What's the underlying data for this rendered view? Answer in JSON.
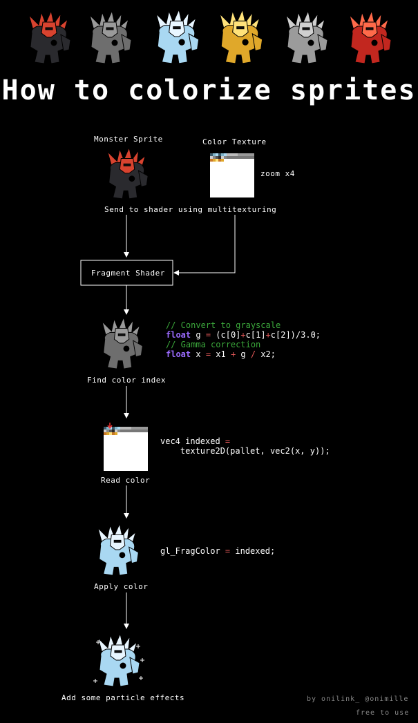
{
  "title": "How to colorize sprites",
  "header_sprites": [
    {
      "variant": "red-black",
      "body": "#2a2a2e",
      "accent": "#d8432f"
    },
    {
      "variant": "gray",
      "body": "#6e6e6e",
      "accent": "#9a9a9a"
    },
    {
      "variant": "ice",
      "body": "#a9d8f2",
      "accent": "#e8f6ff"
    },
    {
      "variant": "gold",
      "body": "#e0a82a",
      "accent": "#ffe27a"
    },
    {
      "variant": "stone",
      "body": "#9b9b9b",
      "accent": "#cfcfcf"
    },
    {
      "variant": "crimson",
      "body": "#c2271f",
      "accent": "#ff6a4a"
    }
  ],
  "steps": {
    "monster_label": "Monster Sprite",
    "texture_label": "Color Texture",
    "zoom_label": "zoom x4",
    "send_label": "Send to shader using multitexturing",
    "shader_label": "Fragment Shader",
    "find_label": "Find color index",
    "read_label": "Read color",
    "apply_label": "Apply color",
    "particle_label": "Add some particle effects"
  },
  "code": {
    "c1": "// Convert to grayscale",
    "l2_kw": "float",
    "l2_a": " g ",
    "l2_eq": "=",
    "l2_b": " (c[0]",
    "l2_p1": "+",
    "l2_c": "c[1]",
    "l2_p2": "+",
    "l2_d": "c[2])/3.0;",
    "c3": "// Gamma correction",
    "l4_kw": "float",
    "l4_a": " x ",
    "l4_eq": "=",
    "l4_b": " x1 ",
    "l4_p": "+",
    "l4_c": " g ",
    "l4_div": "/",
    "l4_d": " x2;",
    "r1_a": "vec4 indexed ",
    "r1_eq": "=",
    "r2_a": "texture2D(pallet, vec2(x, y));",
    "a1_a": "gl_FragColor ",
    "a1_eq": "=",
    "a1_b": " indexed;"
  },
  "credit": {
    "line1": "by onilink_ @onimille",
    "line2": "free to use"
  },
  "colors": {
    "background": "#000000",
    "comment": "#3ba83b",
    "keyword": "#9b6cff",
    "operator": "#e85a5a",
    "arrow": "#ffffff"
  }
}
